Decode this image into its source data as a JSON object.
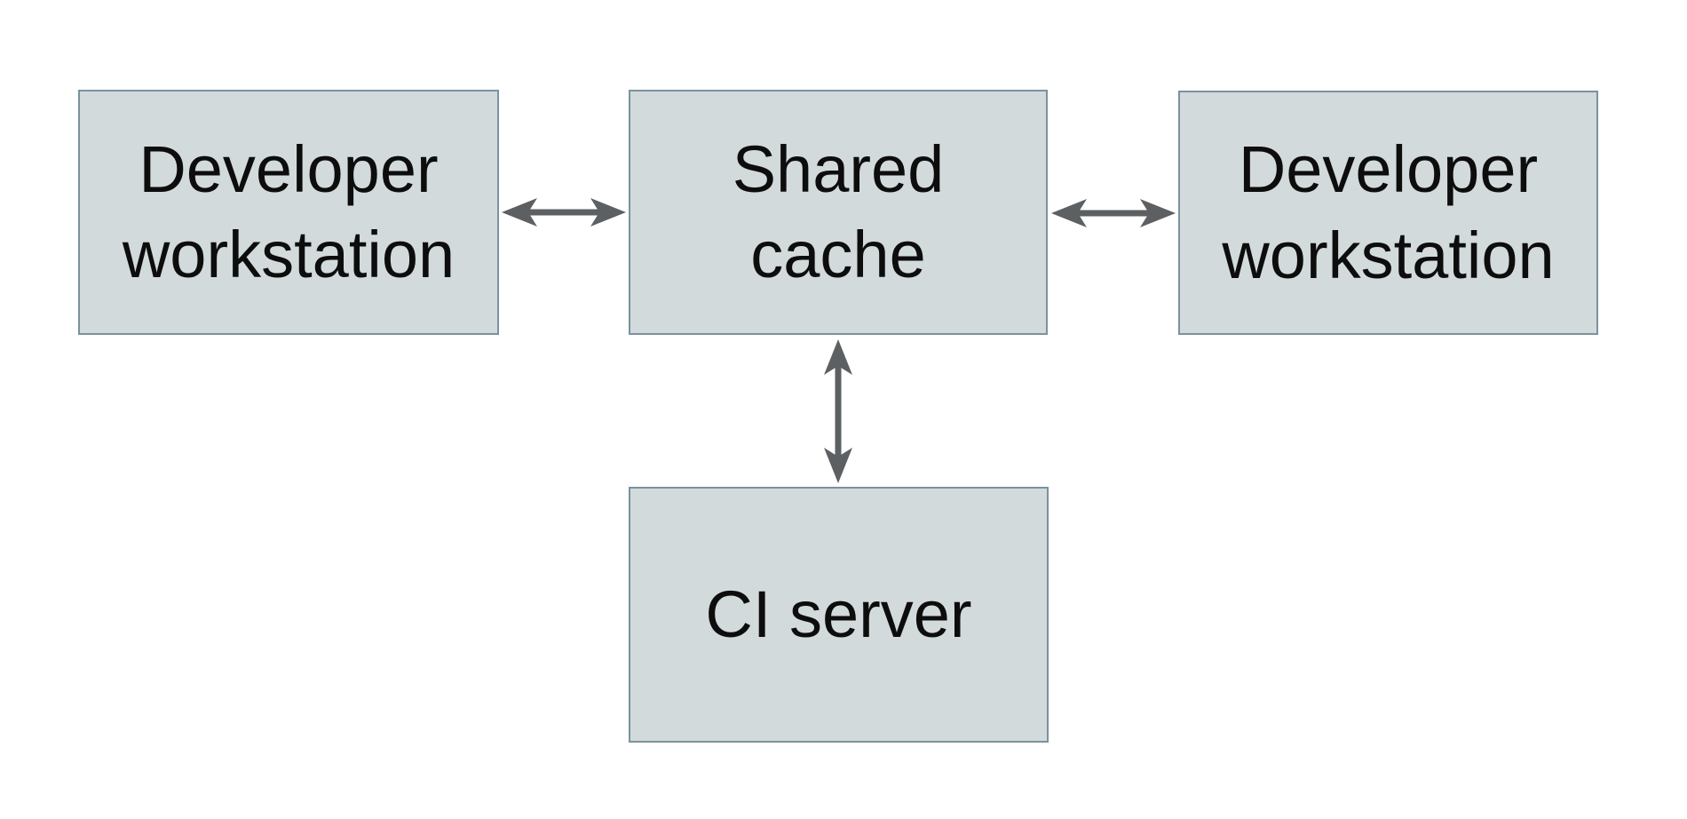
{
  "diagram": {
    "title": "",
    "nodes": [
      {
        "id": "developer-workstation-left",
        "label": "Developer\nworkstation"
      },
      {
        "id": "shared-cache",
        "label": "Shared\ncache"
      },
      {
        "id": "developer-workstation-right",
        "label": "Developer\nworkstation"
      },
      {
        "id": "ci-server",
        "label": "CI server"
      }
    ],
    "edges": [
      {
        "from": "developer-workstation-left",
        "to": "shared-cache",
        "direction": "bidirectional"
      },
      {
        "from": "shared-cache",
        "to": "developer-workstation-right",
        "direction": "bidirectional"
      },
      {
        "from": "shared-cache",
        "to": "ci-server",
        "direction": "bidirectional"
      }
    ],
    "colors": {
      "node_fill": "#d3dadc",
      "node_border": "#7a929e",
      "arrow": "#5d6063",
      "text": "#0d0d0d",
      "background": "#ffffff"
    }
  }
}
